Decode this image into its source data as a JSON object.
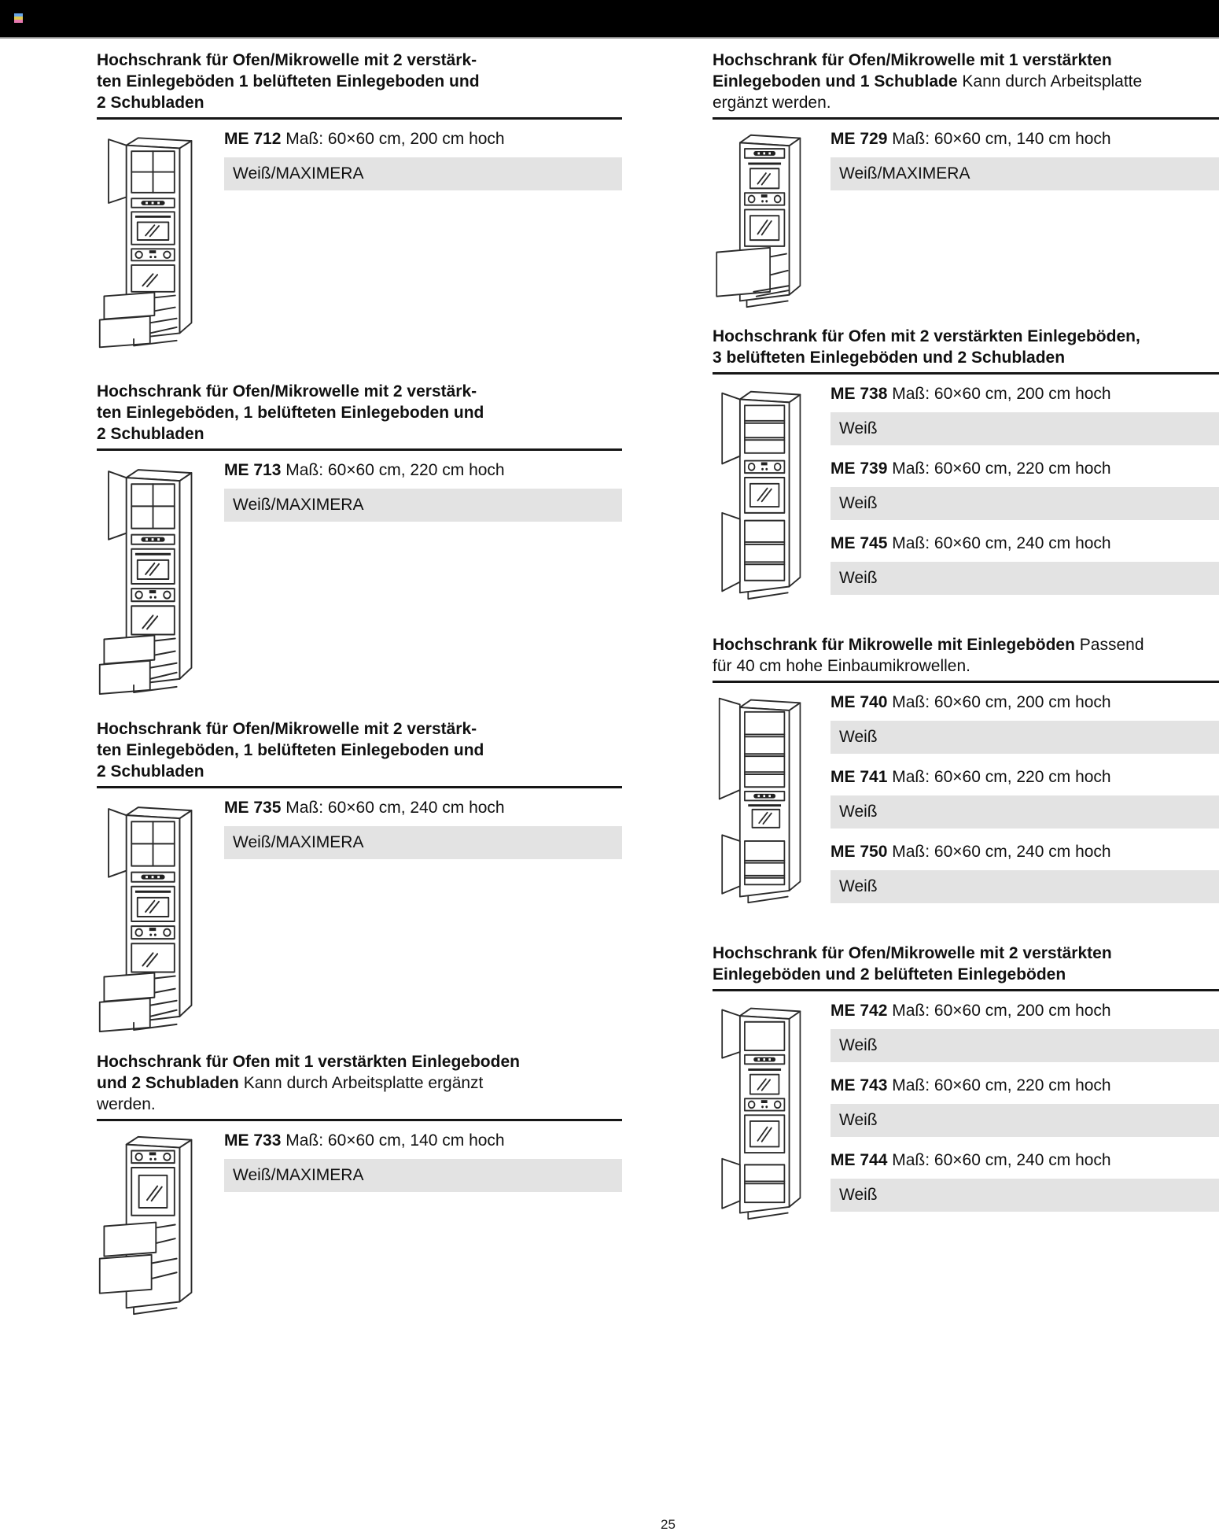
{
  "topbar": {
    "favicon_stripe_colors": {
      "top": "#66a4e8",
      "middle": "#dfc84d",
      "bottom": "#e77bb0"
    },
    "bar_color": "#000000"
  },
  "colors": {
    "finish_bar_bg": "#e3e3e3",
    "rule": "#161616",
    "text": "#111111"
  },
  "page_number": "25",
  "columns": {
    "left": [
      {
        "heading_bold": "Hochschrank für Ofen/Mikrowelle mit 2 verstärk-\nten Einlegeböden 1 belüfteten Einlegeboden und\n2 Schubladen",
        "heading_rest": "",
        "cabinet_icon": "cabinet-oven-microwave-two-open-drawers-icon",
        "products": [
          {
            "code": "ME 712",
            "spec": "Maß: 60×60 cm, 200 cm hoch",
            "finish": "Weiß/MAXIMERA"
          }
        ]
      },
      {
        "heading_bold": "Hochschrank für Ofen/Mikrowelle mit 2 verstärk-\nten Einlegeböden, 1 belüfteten Einlegeboden und\n2 Schubladen",
        "heading_rest": "",
        "cabinet_icon": "cabinet-oven-microwave-two-open-drawers-icon",
        "products": [
          {
            "code": "ME 713",
            "spec": "Maß: 60×60 cm, 220 cm hoch",
            "finish": "Weiß/MAXIMERA"
          }
        ]
      },
      {
        "heading_bold": "Hochschrank für Ofen/Mikrowelle mit 2 verstärk-\nten Einlegeböden, 1 belüfteten Einlegeboden und\n2 Schubladen",
        "heading_rest": "",
        "cabinet_icon": "cabinet-oven-microwave-two-open-drawers-icon",
        "products": [
          {
            "code": "ME 735",
            "spec": "Maß: 60×60 cm, 240 cm hoch",
            "finish": "Weiß/MAXIMERA"
          }
        ]
      },
      {
        "heading_bold": "Hochschrank für Ofen mit 1 verstärkten Einlegeboden\nund 2 Schubladen",
        "heading_rest": " Kann durch Arbeitsplatte ergänzt\nwerden.",
        "cabinet_icon": "cabinet-oven-two-open-drawers-icon",
        "products": [
          {
            "code": "ME 733",
            "spec": "Maß: 60×60 cm, 140 cm hoch",
            "finish": "Weiß/MAXIMERA"
          }
        ]
      }
    ],
    "right": [
      {
        "heading_bold": "Hochschrank für Ofen/Mikrowelle mit 1 verstärkten\nEinlegeboden und 1 Schublade",
        "heading_rest": " Kann durch Arbeitsplatte\nergänzt werden.",
        "cabinet_icon": "cabinet-microwave-oven-one-open-drawer-icon",
        "products": [
          {
            "code": "ME 729",
            "spec": "Maß: 60×60 cm, 140 cm hoch",
            "finish": "Weiß/MAXIMERA"
          }
        ]
      },
      {
        "heading_bold": "Hochschrank für Ofen mit 2 verstärkten Einlegeböden,\n3 belüfteten Einlegeböden und 2 Schubladen",
        "heading_rest": "",
        "cabinet_icon": "cabinet-shelves-oven-shelves-open-doors-icon",
        "products": [
          {
            "code": "ME 738",
            "spec": "Maß: 60×60 cm, 200 cm hoch",
            "finish": "Weiß"
          },
          {
            "code": "ME 739",
            "spec": "Maß: 60×60 cm, 220 cm hoch",
            "finish": "Weiß"
          },
          {
            "code": "ME 745",
            "spec": "Maß: 60×60 cm, 240 cm hoch",
            "finish": "Weiß"
          }
        ]
      },
      {
        "heading_bold": "Hochschrank für Mikrowelle mit Einlegeböden",
        "heading_rest": " Passend\nfür 40 cm hohe Einbaumikrowellen.",
        "cabinet_icon": "cabinet-shelves-microwave-shelves-open-doors-icon",
        "products": [
          {
            "code": "ME 740",
            "spec": "Maß: 60×60 cm, 200 cm hoch",
            "finish": "Weiß"
          },
          {
            "code": "ME 741",
            "spec": "Maß: 60×60 cm, 220 cm hoch",
            "finish": "Weiß"
          },
          {
            "code": "ME 750",
            "spec": "Maß: 60×60 cm, 240 cm hoch",
            "finish": "Weiß"
          }
        ]
      },
      {
        "heading_bold": "Hochschrank für Ofen/Mikrowelle mit 2 verstärkten\nEinlegeböden und 2 belüfteten Einlegeböden",
        "heading_rest": "",
        "cabinet_icon": "cabinet-door-microwave-oven-shelves-icon",
        "products": [
          {
            "code": "ME 742",
            "spec": "Maß: 60×60 cm, 200 cm hoch",
            "finish": "Weiß"
          },
          {
            "code": "ME 743",
            "spec": "Maß: 60×60 cm, 220 cm hoch",
            "finish": "Weiß"
          },
          {
            "code": "ME 744",
            "spec": "Maß: 60×60 cm, 240 cm hoch",
            "finish": "Weiß"
          }
        ]
      }
    ]
  }
}
